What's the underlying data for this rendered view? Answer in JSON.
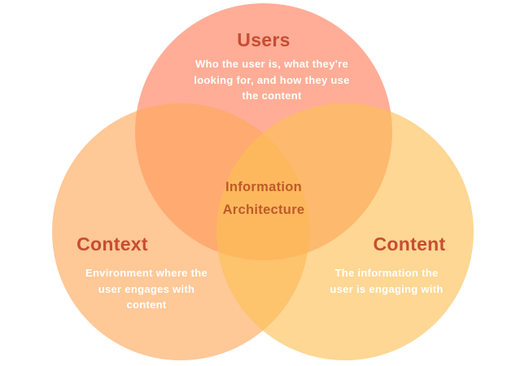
{
  "center": {
    "lines": [
      "Information",
      "Architecture"
    ],
    "text_color": "#bf5a28"
  },
  "circles": [
    {
      "id": "users",
      "label": "Users",
      "desc_lines": [
        "Who the user is, what they're",
        "looking for, and how they use",
        "the content"
      ],
      "fill": "rgba(255,125,90,0.63)",
      "observed_solid_color": "#ffad97"
    },
    {
      "id": "context",
      "label": "Context",
      "desc_lines": [
        "Environment where the",
        "user engages with",
        "content"
      ],
      "fill": "rgba(253,168,90,0.63)",
      "observed_solid_color": "#fec897"
    },
    {
      "id": "content",
      "label": "Content",
      "desc_lines": [
        "The information the",
        "user is engaging with"
      ],
      "fill": "rgba(252,191,84,0.63)",
      "observed_solid_color": "#fdd793"
    }
  ],
  "colors": {
    "title_text": "#c74d33",
    "description_text": "#ffffff",
    "background": "#ffffff"
  }
}
